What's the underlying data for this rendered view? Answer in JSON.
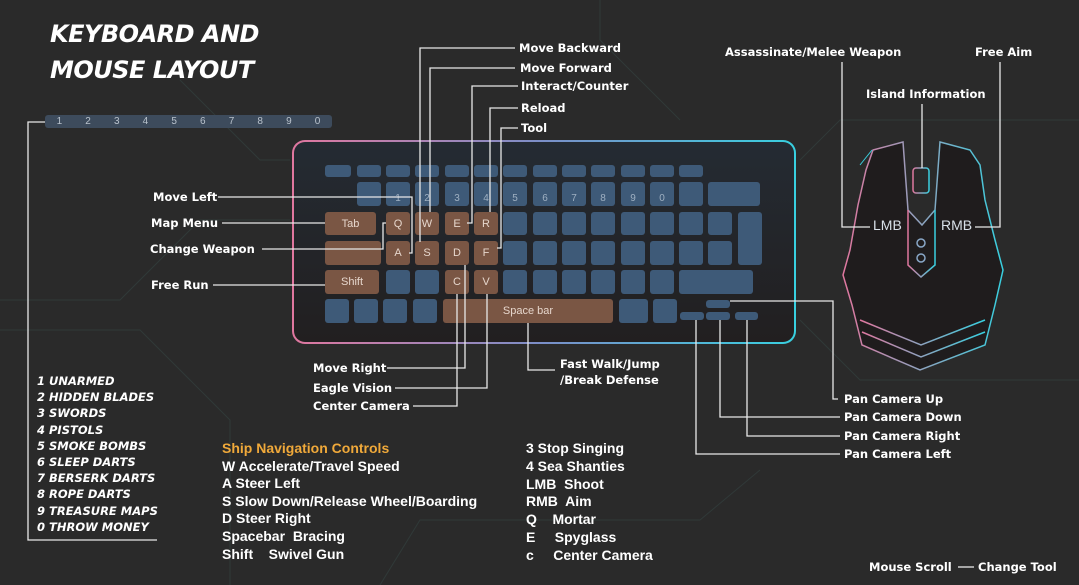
{
  "title": {
    "line1": "KEYBOARD AND",
    "line2": "MOUSE LAYOUT"
  },
  "number_bar": [
    "1",
    "2",
    "3",
    "4",
    "5",
    "6",
    "7",
    "8",
    "9",
    "0"
  ],
  "keyboard": {
    "numbers": [
      "1",
      "2",
      "3",
      "4",
      "5",
      "6",
      "7",
      "8",
      "9",
      "0"
    ],
    "tab": "Tab",
    "q": "Q",
    "w": "W",
    "e": "E",
    "r": "R",
    "a": "A",
    "s": "S",
    "d": "D",
    "f": "F",
    "shift": "Shift",
    "c": "C",
    "v": "V",
    "space": "Space bar",
    "accent_color": "#7a5644",
    "key_color": "#3e5a78"
  },
  "callouts": {
    "move_backward": "Move Backward",
    "move_forward": "Move Forward",
    "interact": "Interact/Counter",
    "reload": "Reload",
    "tool": "Tool",
    "move_left": "Move Left",
    "map_menu": "Map Menu",
    "change_weapon": "Change Weapon",
    "free_run": "Free Run",
    "move_right": "Move Right",
    "eagle_vision": "Eagle Vision",
    "center_camera": "Center Camera",
    "fast_walk_1": "Fast Walk/Jump",
    "fast_walk_2": "/Break Defense",
    "pan_up": "Pan Camera Up",
    "pan_down": "Pan Camera Down",
    "pan_right": "Pan Camera Right",
    "pan_left": "Pan Camera Left",
    "assassinate": "Assassinate/Melee Weapon",
    "free_aim": "Free Aim",
    "island_info": "Island Information"
  },
  "mouse": {
    "lmb": "LMB",
    "rmb": "RMB"
  },
  "weapons": [
    "1 UNARMED",
    "2 HIDDEN BLADES",
    "3 SWORDS",
    "4 PISTOLS",
    "5 SMOKE BOMBS",
    "6 SLEEP DARTS",
    "7 BERSERK DARTS",
    "8 ROPE DARTS",
    "9 TREASURE MAPS",
    "0 THROW MONEY"
  ],
  "ship": {
    "heading": "Ship Navigation Controls",
    "heading_color": "#f0a93a",
    "items": [
      "W Accelerate/Travel Speed",
      "A Steer Left",
      "S Slow Down/Release Wheel/Boarding",
      "D Steer Right",
      "Spacebar  Bracing",
      "Shift    Swivel Gun"
    ]
  },
  "extra": [
    "3 Stop Singing",
    "4 Sea Shanties",
    "LMB  Shoot",
    "RMB  Aim",
    "Q    Mortar",
    "E     Spyglass",
    "c     Center Camera"
  ],
  "footer": {
    "scroll": "Mouse Scroll",
    "change_tool": "Change Tool"
  }
}
